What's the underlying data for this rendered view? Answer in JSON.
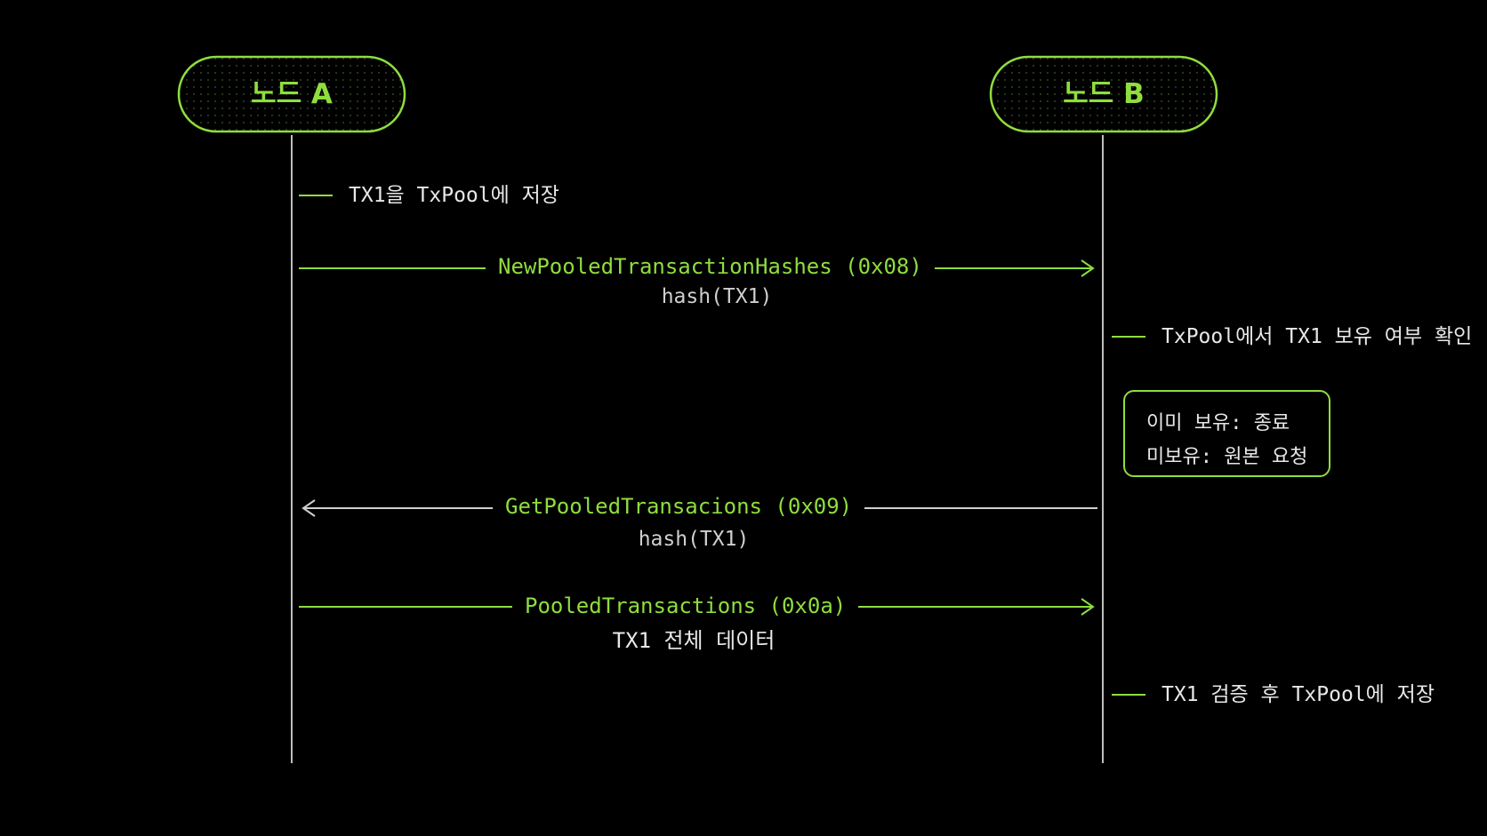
{
  "nodes": {
    "a": {
      "label": "노드 A"
    },
    "b": {
      "label": "노드 B"
    }
  },
  "steps": {
    "a_store": "TX1을 TxPool에 저장",
    "msg1": {
      "name": "NewPooledTransactionHashes (0x08)",
      "payload": "hash(TX1)"
    },
    "b_check": "TxPool에서 TX1 보유 여부 확인",
    "decision": {
      "line1": "이미 보유: 종료",
      "line2": "미보유: 원본 요청"
    },
    "msg2": {
      "name": "GetPooledTransacions (0x09)",
      "payload": "hash(TX1)"
    },
    "msg3": {
      "name": "PooledTransactions (0x0a)",
      "payload": "TX1 전체 데이터"
    },
    "b_store": "TX1 검증 후 TxPool에 저장"
  },
  "colors": {
    "background": "#000000",
    "accent": "#8fdd3f",
    "lifeline": "#bdbdbd",
    "text": "#e8e8e8"
  }
}
